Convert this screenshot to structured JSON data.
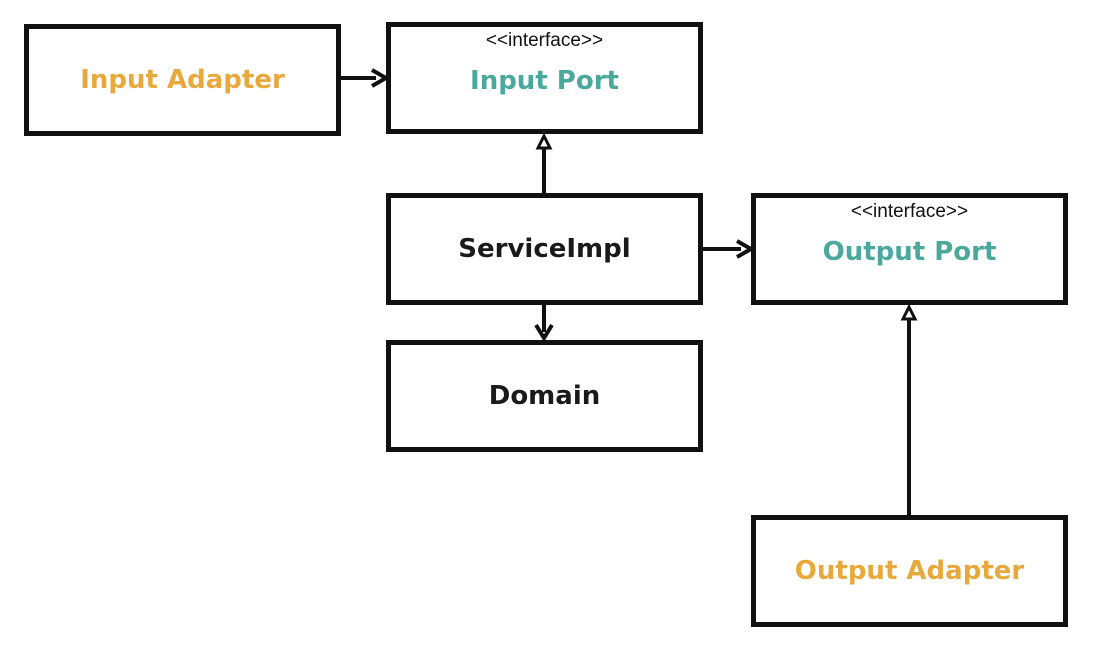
{
  "colors": {
    "adapter": "#e8a93c",
    "port": "#4aa99c",
    "core": "#1a1a1a",
    "border": "#111111"
  },
  "boxes": {
    "input_adapter": {
      "label": "Input Adapter"
    },
    "input_port": {
      "stereotype": "<<interface>>",
      "label": "Input Port"
    },
    "service_impl": {
      "label": "ServiceImpl"
    },
    "output_port": {
      "stereotype": "<<interface>>",
      "label": "Output Port"
    },
    "domain": {
      "label": "Domain"
    },
    "output_adapter": {
      "label": "Output Adapter"
    }
  }
}
